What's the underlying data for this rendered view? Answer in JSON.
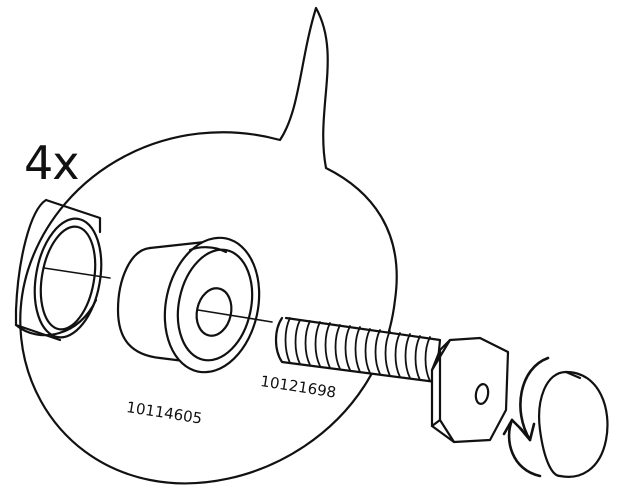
{
  "quantity_label": "4x",
  "parts": [
    {
      "id": "washer",
      "number": "10114605"
    },
    {
      "id": "bolt",
      "number": "10121698"
    }
  ],
  "colors": {
    "line": "#111111",
    "background": "#ffffff"
  },
  "icons": [
    "rotate-tighten-icon"
  ]
}
